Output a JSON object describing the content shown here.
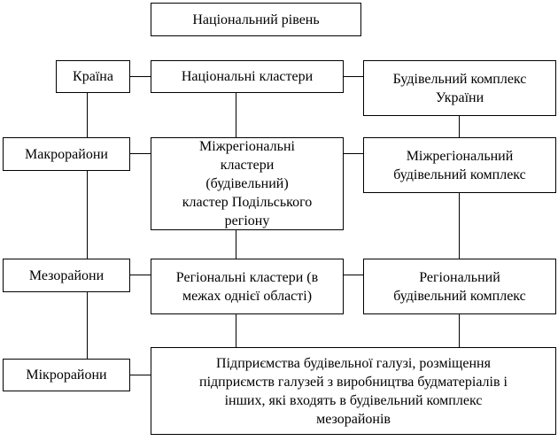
{
  "title": "Національний рівень",
  "rows": [
    {
      "level": "Країна",
      "cluster": "Національні кластери",
      "complex": "Будівельний комплекс України"
    },
    {
      "level": "Макрорайони",
      "cluster": "Міжрегіональні кластери (будівельний) кластер Подільського регіону",
      "complex": "Міжрегіональний будівельний комплекс"
    },
    {
      "level": "Мезорайони",
      "cluster": "Регіональні кластери (в межах однієї області)",
      "complex": "Регіональний будівельний комплекс"
    },
    {
      "level": "Мікрорайони",
      "enterprises": "Підприємства будівельної галузі, розміщення підприємств галузей з виробництва будматеріалів і інших, які входять в будівельний комплекс мезорайонів"
    }
  ]
}
